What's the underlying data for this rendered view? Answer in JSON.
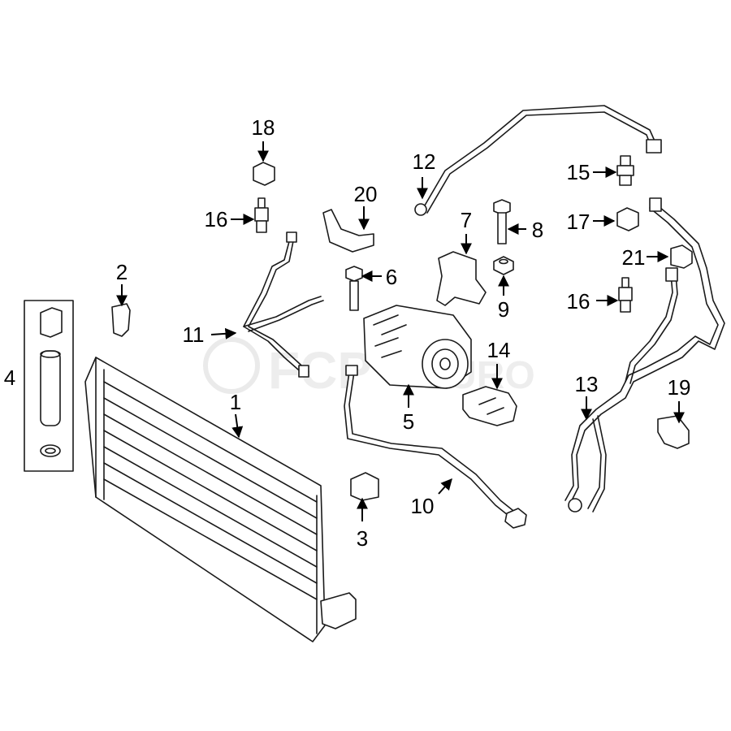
{
  "watermark": {
    "text": "FCP Euro",
    "color": "#d8d8d8"
  },
  "callouts": [
    "1",
    "2",
    "3",
    "4",
    "5",
    "6",
    "7",
    "8",
    "9",
    "10",
    "11",
    "12",
    "13",
    "14",
    "15",
    "16",
    "16",
    "17",
    "18",
    "19",
    "20",
    "21"
  ]
}
